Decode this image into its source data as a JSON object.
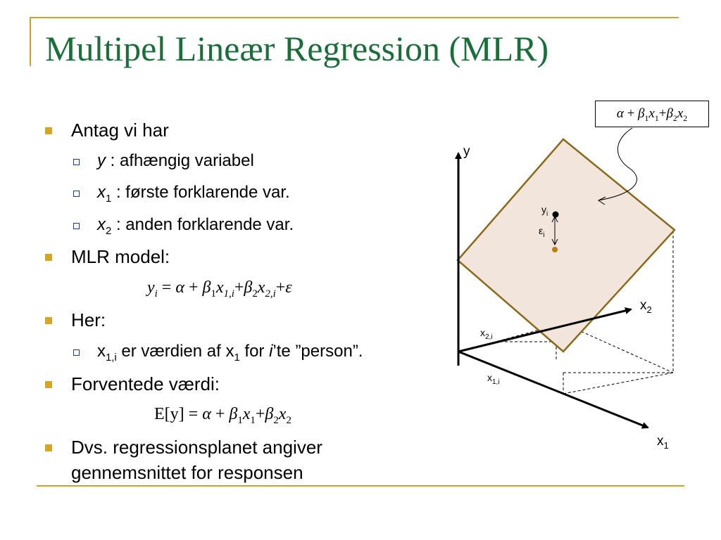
{
  "title": "Multipel Lineær Regression (MLR)",
  "bullets": {
    "b1": "Antag vi har",
    "b1_sub1_rest": " : afhængig variabel",
    "b1_sub2_rest": " : første forklarende var.",
    "b1_sub3_rest": " : anden forklarende var.",
    "b2": "MLR model:",
    "b3": "Her:",
    "b3_sub1_a": " er værdien af x",
    "b3_sub1_b": " for ",
    "b3_sub1_c": "’te ”person”.",
    "b4": "Forventede værdi:",
    "b5_line1": "Dvs. regressionsplanet angiver",
    "b5_line2": "gennemsnittet for responsen"
  },
  "symbols": {
    "y": "y",
    "x": "x",
    "i": "i",
    "one": "1",
    "two": "2",
    "one_i": "1,i",
    "alpha": "α",
    "beta": "β",
    "eps": "ε",
    "plus": "+",
    "eq": "=",
    "Ey": "E[y]",
    "sub_1i": "1,i",
    "sub_2i": "2,i"
  },
  "diagram": {
    "axis_y": "y",
    "axis_x1": "x",
    "axis_x1_sub": "1",
    "axis_x2": "x",
    "axis_x2_sub": "2",
    "label_yi": "y",
    "label_yi_sub": "i",
    "label_eps": "ε",
    "label_eps_sub": "i",
    "label_x1i": "x",
    "label_x1i_sub": "1,i",
    "label_x2i": "x",
    "label_x2i_sub": "2,i",
    "plane_color": "#f2e6dc",
    "plane_edge_color": "#8a6a1a",
    "observed_point_color": "#000000",
    "fitted_point_color": "#c07a12"
  },
  "colors": {
    "title": "#1a6e3a",
    "accent_gold": "#c9a227",
    "bullet_gold": "#d6a620",
    "sub_bullet_blue": "#1b3b8c"
  }
}
